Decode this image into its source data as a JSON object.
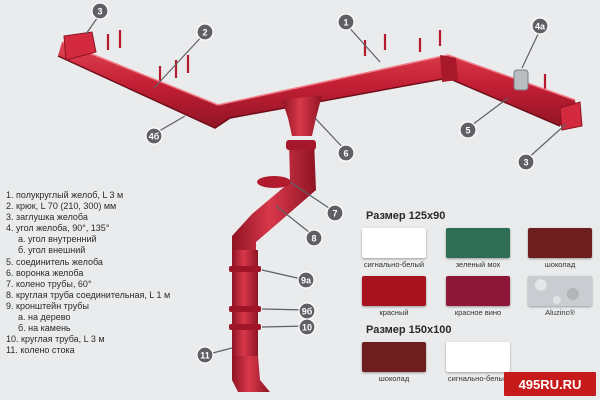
{
  "callouts": [
    "3",
    "2",
    "1",
    "4а",
    "4б",
    "5",
    "6",
    "7",
    "8",
    "9а",
    "9б",
    "10",
    "11",
    "3"
  ],
  "legend": [
    "1. полукруглый желоб, L 3 м",
    "2. крюк, L 70 (210, 300) мм",
    "3. заглушка желоба",
    "4. угол желоба, 90°, 135°",
    "а. угол внутренний",
    "б. угол внешний",
    "5. соединитель желоба",
    "6. воронка желоба",
    "7. колено трубы, 60°",
    "8. круглая труба соединительная, L 1 м",
    "9. кронштейн трубы",
    "а. на дерево",
    "б. на камень",
    "10. круглая труба, L 3 м",
    "11. колено стока"
  ],
  "sizes": [
    {
      "title": "Размер 125x90",
      "swatches": [
        {
          "label": "сигнально-белый",
          "color": "#ffffff"
        },
        {
          "label": "зеленый мох",
          "color": "#2d6e55"
        },
        {
          "label": "шоколад",
          "color": "#6c1f1d"
        },
        {
          "label": "красный",
          "color": "#a8121e"
        },
        {
          "label": "красное вино",
          "color": "#8c1738"
        },
        {
          "label": "Aluzinc®",
          "color": "#c9ccd0"
        }
      ]
    },
    {
      "title": "Размер 150x100",
      "swatches": [
        {
          "label": "шоколад",
          "color": "#6c1f1d"
        },
        {
          "label": "сигнально-белый",
          "color": "#ffffff"
        }
      ]
    }
  ],
  "logo_text": "495RU.RU",
  "colors": {
    "gutter": "#c41f35",
    "gutter_dark": "#8f1424",
    "callout": "#5f6063"
  }
}
